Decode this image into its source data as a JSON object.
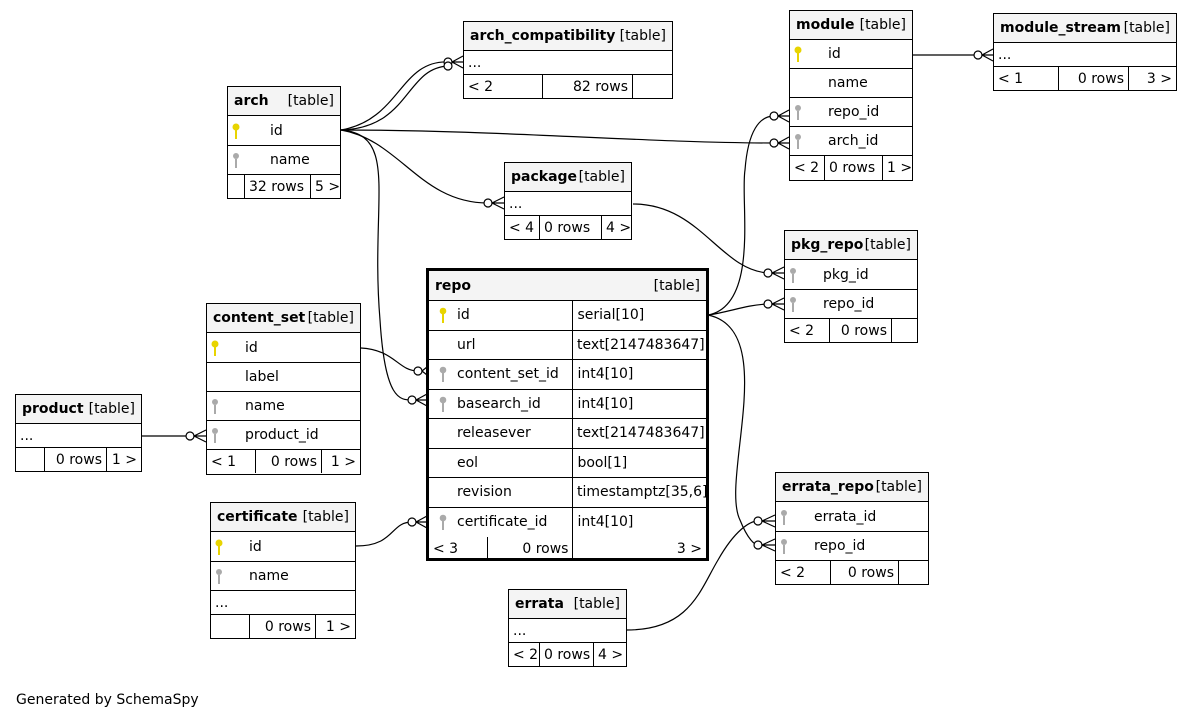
{
  "footer": "Generated by SchemaSpy",
  "colors": {
    "primary_key": "#e8d400",
    "foreign_key": "#aaaaaa",
    "header_bg": "#f4f4f4"
  },
  "tables": {
    "arch_compatibility": {
      "name": "arch_compatibility",
      "type": "[table]",
      "ellipsis": "...",
      "foot": [
        "< 2",
        "82 rows",
        ""
      ]
    },
    "module": {
      "name": "module",
      "type": "[table]",
      "cols": [
        "id",
        "name",
        "repo_id",
        "arch_id"
      ],
      "foot": [
        "< 2",
        "0 rows",
        "1 >"
      ]
    },
    "module_stream": {
      "name": "module_stream",
      "type": "[table]",
      "ellipsis": "...",
      "foot": [
        "< 1",
        "0 rows",
        "3 >"
      ]
    },
    "arch": {
      "name": "arch",
      "type": "[table]",
      "cols": [
        "id",
        "name"
      ],
      "foot": [
        "",
        "32 rows",
        "5 >"
      ]
    },
    "package": {
      "name": "package",
      "type": "[table]",
      "ellipsis": "...",
      "foot": [
        "< 4",
        "0 rows",
        "4 >"
      ]
    },
    "pkg_repo": {
      "name": "pkg_repo",
      "type": "[table]",
      "cols": [
        "pkg_id",
        "repo_id"
      ],
      "foot": [
        "< 2",
        "0 rows",
        ""
      ]
    },
    "repo": {
      "name": "repo",
      "type": "[table]",
      "cols": [
        {
          "name": "id",
          "dtype": "serial[10]"
        },
        {
          "name": "url",
          "dtype": "text[2147483647]"
        },
        {
          "name": "content_set_id",
          "dtype": "int4[10]"
        },
        {
          "name": "basearch_id",
          "dtype": "int4[10]"
        },
        {
          "name": "releasever",
          "dtype": "text[2147483647]"
        },
        {
          "name": "eol",
          "dtype": "bool[1]"
        },
        {
          "name": "revision",
          "dtype": "timestamptz[35,6]"
        },
        {
          "name": "certificate_id",
          "dtype": "int4[10]"
        }
      ],
      "foot": [
        "< 3",
        "0 rows",
        "3 >"
      ]
    },
    "content_set": {
      "name": "content_set",
      "type": "[table]",
      "cols": [
        "id",
        "label",
        "name",
        "product_id"
      ],
      "foot": [
        "< 1",
        "0 rows",
        "1 >"
      ]
    },
    "product": {
      "name": "product",
      "type": "[table]",
      "ellipsis": "...",
      "foot": [
        "",
        "0 rows",
        "1 >"
      ]
    },
    "certificate": {
      "name": "certificate",
      "type": "[table]",
      "cols": [
        "id",
        "name"
      ],
      "ellipsis": "...",
      "foot": [
        "",
        "0 rows",
        "1 >"
      ]
    },
    "errata_repo": {
      "name": "errata_repo",
      "type": "[table]",
      "cols": [
        "errata_id",
        "repo_id"
      ],
      "foot": [
        "< 2",
        "0 rows",
        ""
      ]
    },
    "errata": {
      "name": "errata",
      "type": "[table]",
      "ellipsis": "...",
      "foot": [
        "< 2",
        "0 rows",
        "4 >"
      ]
    }
  }
}
